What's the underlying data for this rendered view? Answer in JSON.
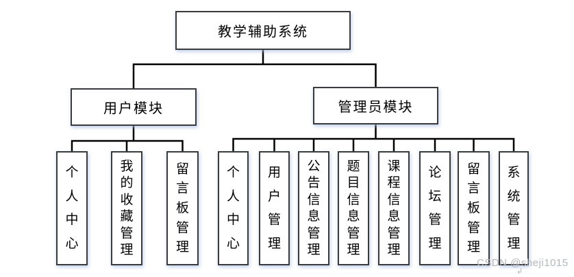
{
  "diagram": {
    "root": {
      "label": "教学辅助系统"
    },
    "branches": [
      {
        "label": "用户模块",
        "children": [
          "个人中心",
          "我的收藏管理",
          "留言板管理"
        ]
      },
      {
        "label": "管理员模块",
        "children": [
          "个人中心",
          "用户管理",
          "公告信息管理",
          "题目信息管理",
          "课程信息管理",
          "论坛管理",
          "留言板管理",
          "系统管理"
        ]
      }
    ]
  },
  "watermark": {
    "text": "CSDN @sheji1015",
    "arrow_glyph": "↲",
    "color": "#b3b6ba"
  },
  "colors": {
    "line": "#000000",
    "box_border": "#3a3a3a",
    "box_fill": "#ffffff",
    "shadow": "rgba(165,188,228,0.55)"
  }
}
